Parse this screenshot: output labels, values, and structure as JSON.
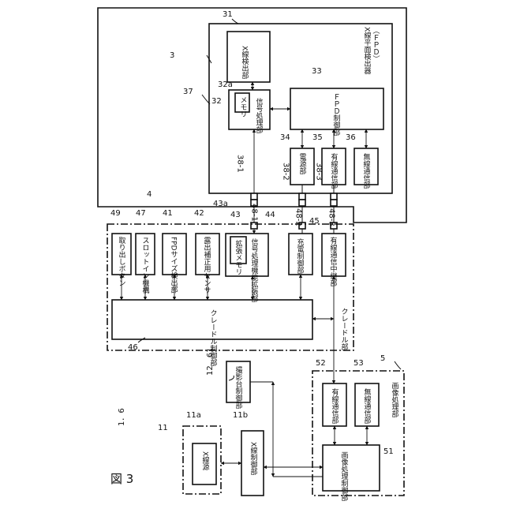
{
  "figure_title": "図 3",
  "system_ref": "1．6",
  "detector": {
    "ref": "3",
    "title": "X線平面検出器",
    "title_sub": "（ＦＰＤ）",
    "xray_detect": {
      "ref": "31",
      "label": "X線検出部"
    },
    "signal_proc": {
      "ref": "32",
      "label": "信号処理部",
      "memory_ref": "32a",
      "memory_label": "メモリ"
    },
    "fpd_ctrl": {
      "ref": "33",
      "label": "ＦＰＤ制御部"
    },
    "power": {
      "ref": "34",
      "label": "電源部"
    },
    "wired": {
      "ref": "35",
      "label": "有線通信部"
    },
    "wireless": {
      "ref": "36",
      "label": "無線通信部"
    },
    "housing_ref": "37",
    "connectors": [
      "38-1",
      "38-2",
      "38-3"
    ]
  },
  "cradle": {
    "ref": "4",
    "title": "クレードル部",
    "takeout_btn": {
      "ref": "49",
      "label": "取り出しボタン"
    },
    "slot_in": {
      "ref": "47",
      "label": "スロットイン機構"
    },
    "fpd_size": {
      "ref": "41",
      "label": "FPDサイズ検出部"
    },
    "exposure_sensor": {
      "ref": "42",
      "label": "露出補正用センサ"
    },
    "sig_ext": {
      "ref": "43",
      "label": "信号処理機能拡張部",
      "memory_ref": "43a",
      "memory_label": "拡張メモリ"
    },
    "charger": {
      "ref": "44",
      "label": "充電制御部"
    },
    "relay": {
      "ref": "45",
      "label": "有線通信中継部"
    },
    "ctrl": {
      "ref": "46",
      "label": "クレードル制御部"
    },
    "connectors": [
      "48-1",
      "48-2",
      "48-3"
    ]
  },
  "stand_ctrl": {
    "ref": "12．61",
    "label": "撮影台制御部"
  },
  "xray_ctrl": {
    "ref": "11b",
    "label": "X線制御部"
  },
  "xray_source_group": {
    "ref": "11",
    "source_ref": "11a",
    "source_label": "X線源"
  },
  "image_proc": {
    "ref": "5",
    "title": "画像処理部",
    "wired": {
      "ref": "52",
      "label": "有線通信部"
    },
    "wireless": {
      "ref": "53",
      "label": "無線通信部"
    },
    "ctrl": {
      "ref": "51",
      "label": "画像処理制御部"
    }
  }
}
